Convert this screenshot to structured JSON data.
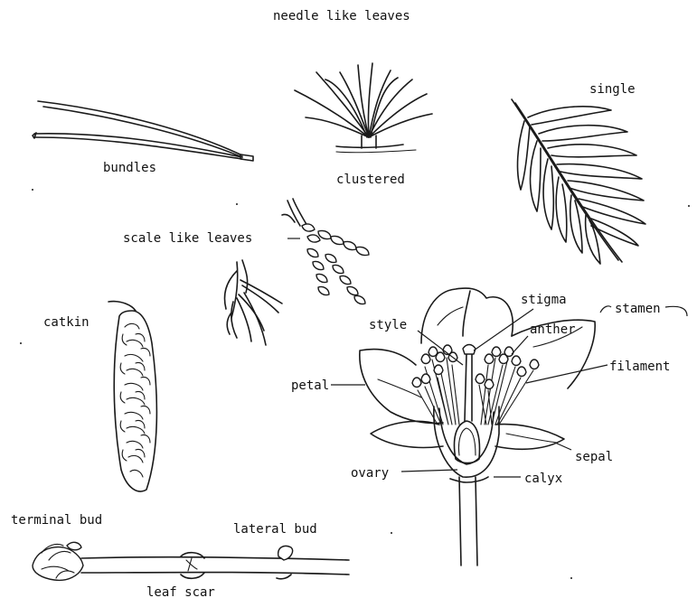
{
  "title": "needle like leaves",
  "labels": {
    "bundles": "bundles",
    "clustered": "clustered",
    "single": "single",
    "scale_like": "scale like leaves",
    "catkin": "catkin",
    "stigma": "stigma",
    "stamen": "stamen",
    "style": "style",
    "anther": "anther",
    "filament": "filament",
    "petal": "petal",
    "sepal": "sepal",
    "ovary": "ovary",
    "calyx": "calyx",
    "terminal_bud": "terminal bud",
    "lateral_bud": "lateral bud",
    "leaf_scar": "leaf scar"
  },
  "colors": {
    "ink": "#1a1a1a",
    "paper": "#ffffff"
  }
}
